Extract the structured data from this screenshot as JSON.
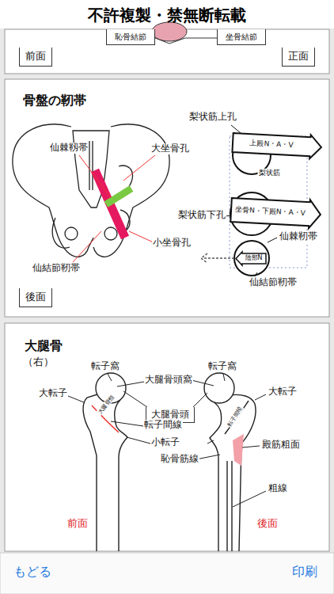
{
  "diagram": {
    "title": "不許複製・禁無断転載",
    "nodes": [
      {
        "text": [
          "恥骨結節"
        ]
      },
      {
        "text": [
          "坐骨結節"
        ]
      },
      {
        "text": [
          "前面"
        ]
      },
      {
        "text": [
          "正面"
        ]
      },
      {
        "text": [
          "上殿N・A・V"
        ]
      },
      {
        "text": [
          "坐骨N・下殿N・A・V"
        ]
      },
      {
        "text": [
          "陰部N"
        ]
      },
      {
        "text": [
          "後面"
        ]
      },
      {
        "text": [
          "大腿骨頭"
        ]
      }
    ],
    "labels": [
      "骨盤の靭帯",
      "仙棘靱帯",
      "大坐骨孔",
      "梨状筋上孔",
      "梨状筋",
      "梨状筋下孔",
      "小坐骨孔",
      "仙棘靭帯",
      "仙結節靭帯",
      "仙結節靭帯",
      "大腿骨",
      "（右）",
      "転子窩",
      "大腿骨頭窩",
      "転子窩",
      "大転子",
      "大転子",
      "転子間線",
      "小転子",
      "恥骨筋線",
      "殿筋粗面",
      "粗線",
      "前面",
      "後面",
      "大腿骨頸",
      "転子間稜",
      "もどる",
      "印刷"
    ]
  }
}
